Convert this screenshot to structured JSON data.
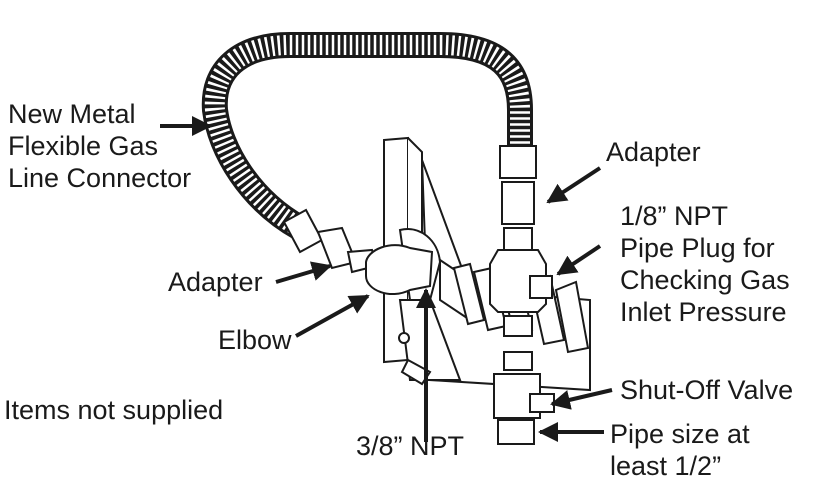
{
  "labels": {
    "flex_connector": [
      "New Metal",
      "Flexible Gas",
      "Line Connector"
    ],
    "adapter_top": "Adapter",
    "pipe_plug": [
      "1/8” NPT",
      "Pipe Plug for",
      "Checking Gas",
      "Inlet Pressure"
    ],
    "adapter_left": "Adapter",
    "elbow": "Elbow",
    "shutoff_valve": "Shut-Off Valve",
    "items_not_supplied": "Items not supplied",
    "npt_38": "3/8” NPT",
    "pipe_size": [
      "Pipe size at",
      "least 1/2”"
    ]
  },
  "colors": {
    "line": "#1a1a1a",
    "fill": "#ffffff",
    "hose": "#3a3a3a"
  }
}
